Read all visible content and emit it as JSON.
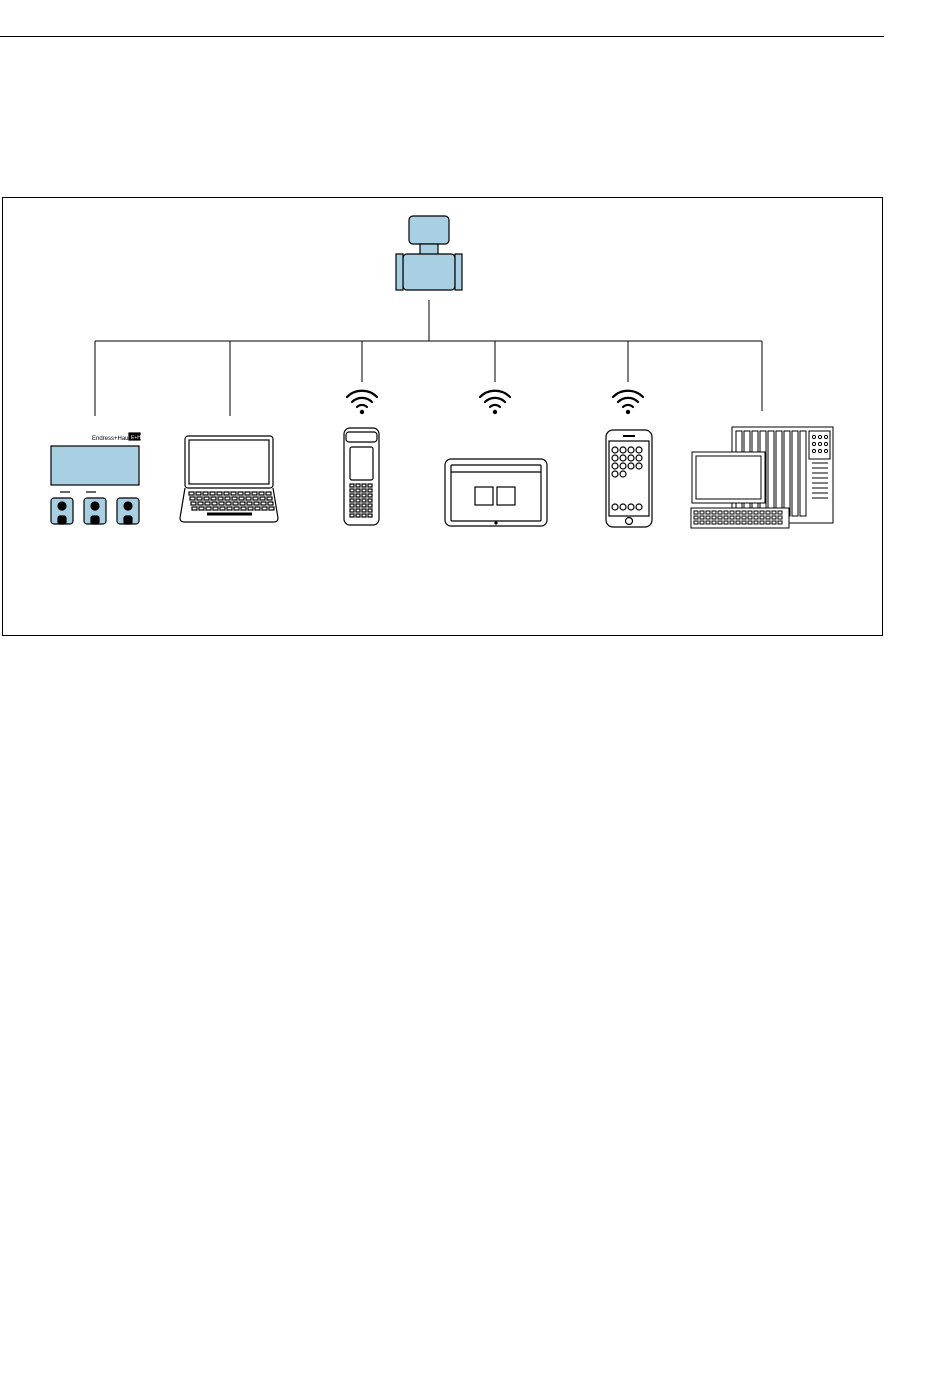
{
  "diagram": {
    "colors": {
      "device_fill": "#a9cfe3",
      "line": "#000000",
      "background": "#ffffff"
    },
    "central_device": {
      "icon": "flowmeter-icon"
    },
    "connections": [
      {
        "target": "display-module",
        "link": "wired"
      },
      {
        "target": "laptop",
        "link": "wired"
      },
      {
        "target": "handheld-terminal",
        "link": "wireless"
      },
      {
        "target": "tablet",
        "link": "wireless"
      },
      {
        "target": "smartphone",
        "link": "wireless"
      },
      {
        "target": "control-system",
        "link": "wired"
      }
    ],
    "display_module": {
      "brand_label": "Endress+Hauser",
      "brand_badge": "E+H"
    }
  }
}
